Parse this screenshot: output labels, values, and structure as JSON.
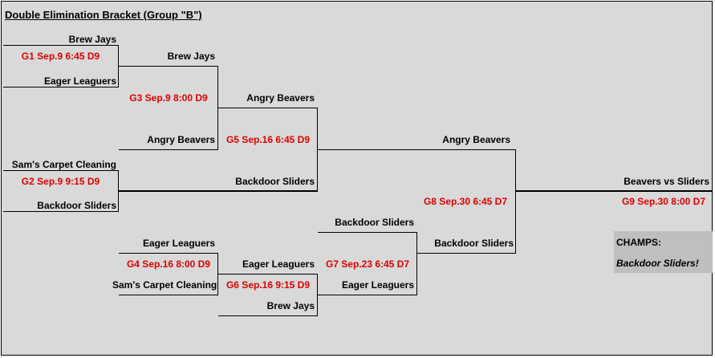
{
  "title": "Double Elimination Bracket (Group \"B\")",
  "colors": {
    "background": "#d9d9d9",
    "game_text": "#e00000",
    "champ_box": "#bfbfbf"
  },
  "games": {
    "g1": {
      "label": "G1 Sep.9 6:45 D9",
      "top": "Brew Jays",
      "bottom": "Eager Leaguers"
    },
    "g2": {
      "label": "G2 Sep.9 9:15 D9",
      "top": "Sam's Carpet Cleaning",
      "bottom": "Backdoor Sliders"
    },
    "g3": {
      "label": "G3 Sep.9 8:00 D9",
      "top": "Brew Jays",
      "bottom": "Angry Beavers"
    },
    "g4": {
      "label": "G4 Sep.16 8:00 D9",
      "top": "Eager Leaguers",
      "bottom": "Sam's Carpet Cleaning"
    },
    "g5": {
      "label": "G5 Sep.16 6:45 D9",
      "top": "Angry Beavers",
      "bottom": "Backdoor Sliders"
    },
    "g6": {
      "label": "G6 Sep.16 9:15 D9",
      "top": "Eager Leaguers",
      "bottom": "Brew Jays"
    },
    "g7": {
      "label": "G7 Sep.23 6:45 D7",
      "top": "Backdoor Sliders",
      "bottom": "Eager Leaguers"
    },
    "g8": {
      "label": "G8 Sep.30 6:45 D7",
      "top": "Angry Beavers",
      "bottom": "Backdoor Sliders"
    },
    "g9": {
      "label": "G9 Sep.30 8:00 D7",
      "top": "Beavers vs Sliders"
    }
  },
  "champs": {
    "label": "CHAMPS:",
    "winner": "Backdoor Sliders!"
  }
}
